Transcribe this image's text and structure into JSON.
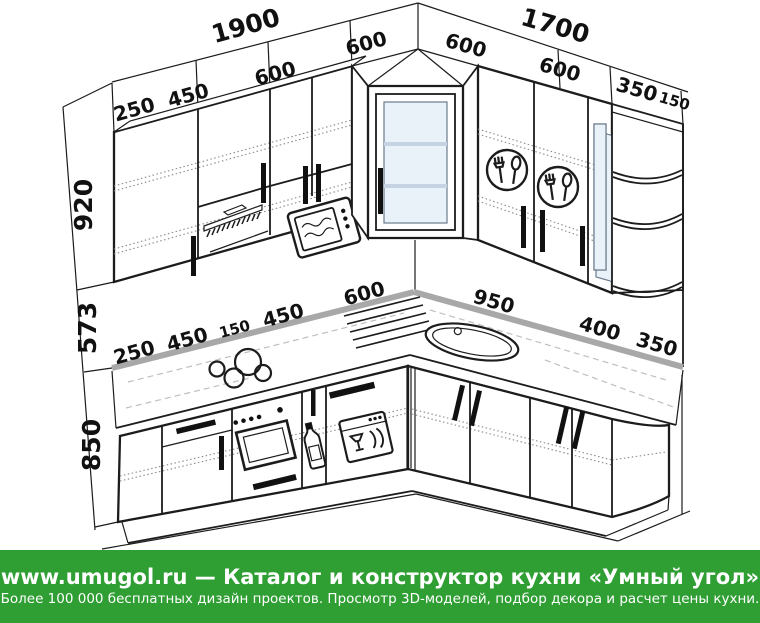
{
  "page": {
    "type": "corner-kitchen-technical-drawing",
    "background": "#ffffff"
  },
  "dimensions_mm": {
    "totals": {
      "left_run": "1900",
      "right_run": "1700"
    },
    "upper_left_segments": [
      "250",
      "450",
      "600",
      "600"
    ],
    "upper_right_segments": [
      "600",
      "600",
      "350",
      "150"
    ],
    "heights": {
      "upper_cabinets": "920",
      "apron_gap": "573",
      "base_cabinets": "850"
    },
    "counter_left_segments": [
      "250",
      "450",
      "150",
      "450",
      "600"
    ],
    "counter_right_segments": [
      "950",
      "400",
      "350"
    ]
  },
  "labels": {
    "t1900": "1900",
    "t1700": "1700",
    "ul1": "250",
    "ul2": "450",
    "ul3": "600",
    "ul4": "600",
    "ur1": "600",
    "ur2": "600",
    "ur3": "350",
    "ur4": "150",
    "h920": "920",
    "h573": "573",
    "h850": "850",
    "cl1": "250",
    "cl2": "450",
    "cl3": "150",
    "cl4": "450",
    "cl5": "600",
    "cr1": "950",
    "cr2": "400",
    "cr3": "350"
  },
  "icons": [
    "cooker-hood-icon",
    "microwave-icon",
    "cutlery-circle-icon",
    "cutlery-circle-icon",
    "corner-glass-door",
    "glass-door",
    "open-corner-shelves",
    "cooktop-burners-icon",
    "sink-icon",
    "oven-icon",
    "bottle-cargo-icon",
    "dishwasher-icon"
  ],
  "colors": {
    "line": "#1c1c1c",
    "counter_edge_gray": "#a8a8a8",
    "glass_blue": "#e9f1f9",
    "glass_shelf": "#c6d3e2",
    "footer_green": "#2f9e33",
    "footer_text": "#ffffff",
    "dim_text": "#111111"
  },
  "footer": {
    "line1": "www.umugol.ru — Каталог и конструктор кухни «Умный угол»",
    "line2": "Более 100 000 бесплатных дизайн проектов. Просмотр 3D-моделей, подбор декора и расчет цены кухни."
  }
}
